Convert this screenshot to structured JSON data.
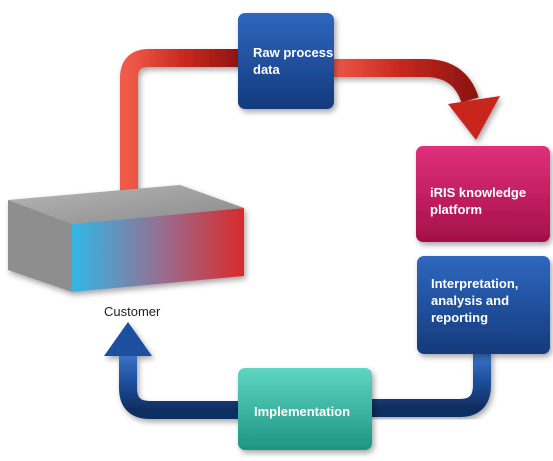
{
  "diagram": {
    "nodes": {
      "raw_process_data": {
        "label": "Raw process\ndata",
        "color": "#1e4c9a"
      },
      "iris_platform": {
        "label": "iRIS knowledge\nplatform",
        "color": "#c8175d"
      },
      "interpretation": {
        "label": "Interpretation,\nanalysis and\nreporting",
        "color": "#1e4c9a"
      },
      "implementation": {
        "label": "Implementation",
        "color": "#2fb7a3"
      },
      "customer": {
        "label": "Customer"
      }
    },
    "colors": {
      "arrow_red": "#c8281f",
      "arrow_blue": "#1f4f9e",
      "customer_gradient_start": "#31b7e6",
      "customer_gradient_end": "#d92a2a"
    }
  }
}
